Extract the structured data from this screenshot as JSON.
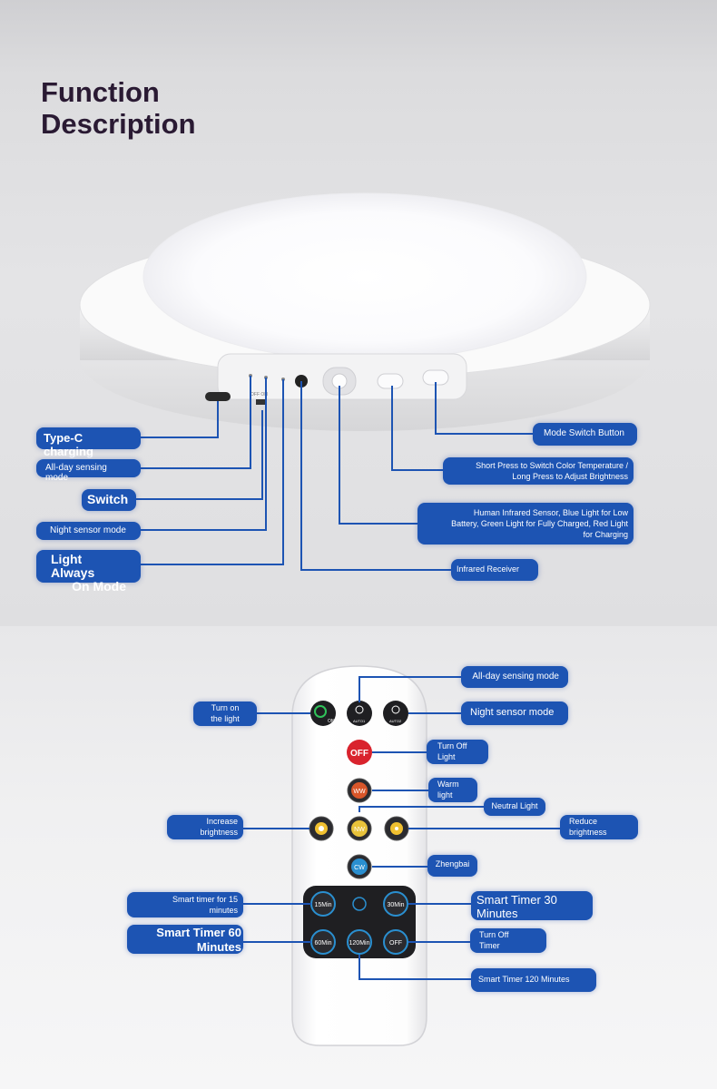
{
  "title": {
    "line1": "Function",
    "line2": "Description"
  },
  "lamp_labels": {
    "type_c": "Type-C charging",
    "all_day": "All-day sensing mode",
    "switch": "Switch",
    "night": "Night sensor mode",
    "always_on_1": "Light Always",
    "always_on_2": "On Mode",
    "mode_switch": "Mode Switch Button",
    "short_press_1": "Short Press to Switch Color Temperature /",
    "short_press_2": "Long Press to Adjust Brightness",
    "human_ir_1": "Human Infrared Sensor, Blue Light for Low",
    "human_ir_2": "Battery, Green Light for Fully Charged, Red Light",
    "human_ir_3": "for Charging",
    "ir_receiver": "Infrared Receiver",
    "switch_marks": "OFF ON"
  },
  "remote_labels": {
    "all_day": "All-day sensing mode",
    "turn_on_1": "Turn on",
    "turn_on_2": "the light",
    "night": "Night sensor mode",
    "turn_off_1": "Turn Off",
    "turn_off_2": "Light",
    "warm_1": "Warm",
    "warm_2": "light",
    "neutral": "Neutral Light",
    "increase_1": "Increase",
    "increase_2": "brightness",
    "reduce_1": "Reduce",
    "reduce_2": "brightness",
    "zhengbai": "Zhengbai",
    "timer15_1": "Smart timer for 15",
    "timer15_2": "minutes",
    "timer30_1": "Smart Timer 30",
    "timer30_2": "Minutes",
    "timer60_1": "Smart Timer 60",
    "timer60_2": "Minutes",
    "timer_off_1": "Turn Off",
    "timer_off_2": "Timer",
    "timer120": "Smart Timer 120 Minutes"
  },
  "remote_buttons": {
    "on": "ON",
    "auto1": "AUTO1",
    "auto2": "AUTO2",
    "off": "OFF",
    "ww": "WW",
    "nw": "NW",
    "cw": "CW",
    "t15": "15Min",
    "t30": "30Min",
    "t60": "60Min",
    "t120": "120Min",
    "toff": "OFF"
  },
  "colors": {
    "pill": "#1d54b3",
    "line": "#1d54b3",
    "title": "#2a1a33",
    "off_button": "#d9232d",
    "on_button": "#1e8a3c",
    "ww_button": "#d8562a",
    "nw_button": "#e8c23a",
    "cw_button": "#2a8fd0"
  }
}
